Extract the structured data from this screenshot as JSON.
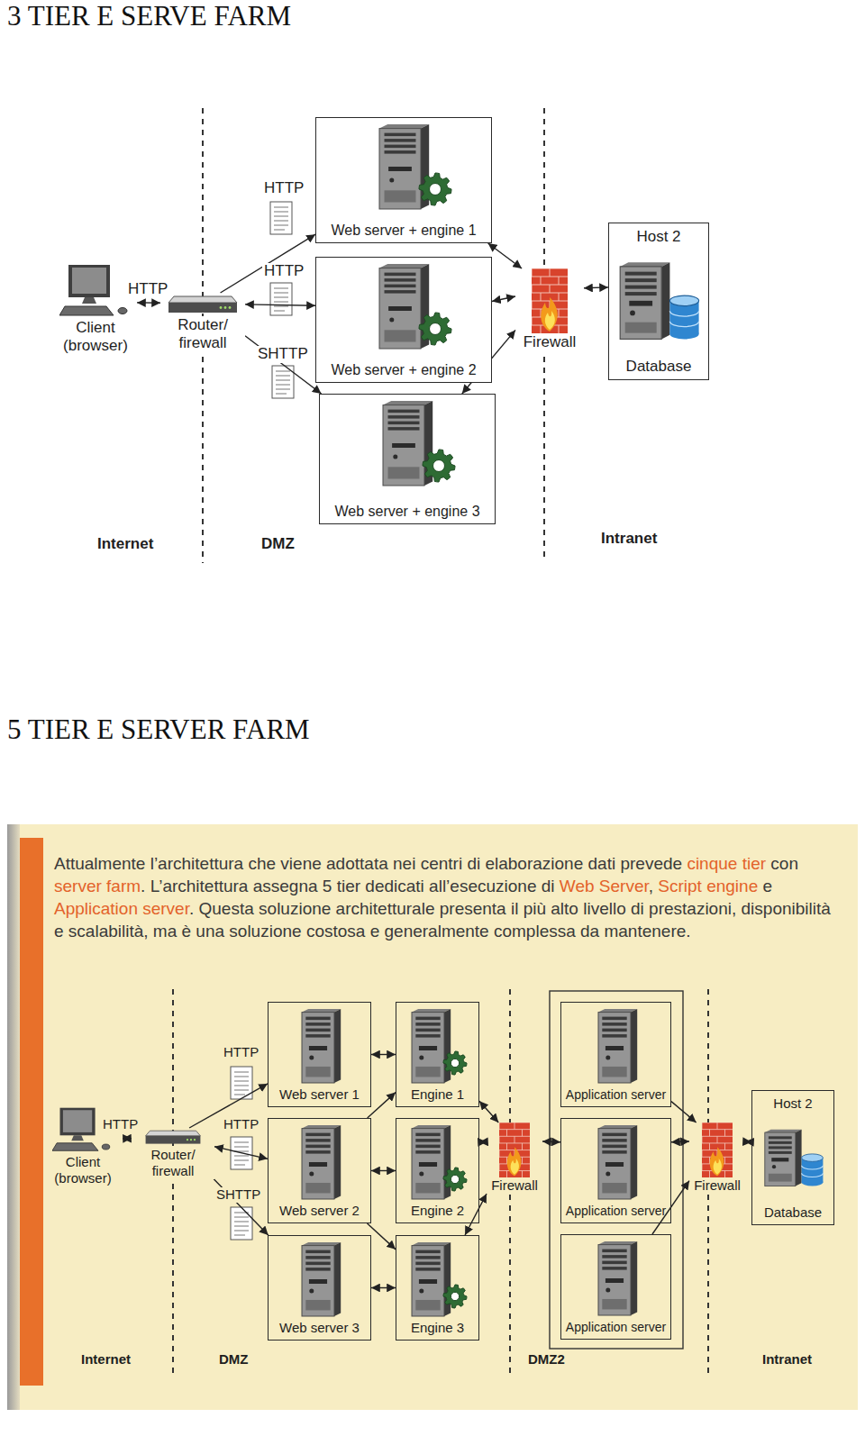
{
  "diagram": {
    "title": "3 TIER E SERVE FARM",
    "nodes": [
      {
        "text": [
          "Client (browser)"
        ]
      },
      {
        "text": [
          "Router/ firewall"
        ]
      },
      {
        "text": [
          "Web server + engine 1"
        ]
      },
      {
        "text": [
          "Web server + engine 2"
        ]
      },
      {
        "text": [
          "Web server + engine 3"
        ]
      },
      {
        "text": [
          "Firewall"
        ]
      },
      {
        "text": [
          "Host 2",
          "Database"
        ]
      },
      {
        "text": [
          "Client (browser)"
        ]
      },
      {
        "text": [
          "Router/ firewall"
        ]
      },
      {
        "text": [
          "Web server 1"
        ]
      },
      {
        "text": [
          "Web server 2"
        ]
      },
      {
        "text": [
          "Web server 3"
        ]
      },
      {
        "text": [
          "Engine 1"
        ]
      },
      {
        "text": [
          "Engine 2"
        ]
      },
      {
        "text": [
          "Engine 3"
        ]
      },
      {
        "text": [
          "Firewall"
        ]
      },
      {
        "text": [
          "Application server"
        ]
      },
      {
        "text": [
          "Application server"
        ]
      },
      {
        "text": [
          "Application server"
        ]
      },
      {
        "text": [
          "Firewall"
        ]
      },
      {
        "text": [
          "Host 2",
          "Database"
        ]
      }
    ],
    "edges": [
      {
        "from": 0,
        "to": 1,
        "label": "HTTP",
        "arrow": "both"
      },
      {
        "from": 1,
        "to": 2,
        "label": "HTTP",
        "arrow": "to"
      },
      {
        "from": 1,
        "to": 3,
        "label": "HTTP",
        "arrow": "both"
      },
      {
        "from": 1,
        "to": 4,
        "label": "SHTTP",
        "arrow": "to"
      },
      {
        "from": 2,
        "to": 5,
        "arrow": "both"
      },
      {
        "from": 3,
        "to": 5,
        "arrow": "both"
      },
      {
        "from": 4,
        "to": 5,
        "arrow": "both"
      },
      {
        "from": 5,
        "to": 6,
        "arrow": "both"
      },
      {
        "from": 7,
        "to": 8,
        "label": "HTTP",
        "arrow": "both"
      },
      {
        "from": 8,
        "to": 9,
        "label": "HTTP",
        "arrow": "to"
      },
      {
        "from": 8,
        "to": 10,
        "label": "HTTP",
        "arrow": "both"
      },
      {
        "from": 8,
        "to": 11,
        "label": "SHTTP",
        "arrow": "to"
      },
      {
        "from": 9,
        "to": 12,
        "arrow": "both"
      },
      {
        "from": 10,
        "to": 13,
        "arrow": "both"
      },
      {
        "from": 11,
        "to": 14,
        "arrow": "both"
      },
      {
        "from": 10,
        "to": 12,
        "arrow": "to"
      },
      {
        "from": 10,
        "to": 14,
        "arrow": "to"
      },
      {
        "from": 12,
        "to": 15,
        "arrow": "both"
      },
      {
        "from": 13,
        "to": 15,
        "arrow": "both"
      },
      {
        "from": 14,
        "to": 15,
        "arrow": "both"
      },
      {
        "from": 15,
        "to": 17,
        "arrow": "both"
      },
      {
        "from": 16,
        "to": 19,
        "arrow": "to"
      },
      {
        "from": 17,
        "to": 19,
        "arrow": "both"
      },
      {
        "from": 18,
        "to": 19,
        "arrow": "to"
      },
      {
        "from": 19,
        "to": 20,
        "arrow": "both"
      }
    ],
    "labels": [
      "5 TIER E SERVER FARM",
      "Attualmente l’architettura che viene adottata nei centri di elaborazione dati prevede",
      "cinque tier",
      "con",
      "server farm",
      ". L’architettura assegna 5 tier dedicati all’esecuzione di",
      "Web Server",
      ",",
      "Script engine",
      "e",
      "Application server",
      ". Questa soluzione architetturale presenta il più alto livello di prestazioni, disponibilità e scalabilità, ma è una soluzione costosa e generalmente complessa da mantenere.",
      "Internet",
      "DMZ",
      "Intranet",
      "Internet",
      "DMZ",
      "DMZ2",
      "Intranet"
    ]
  }
}
